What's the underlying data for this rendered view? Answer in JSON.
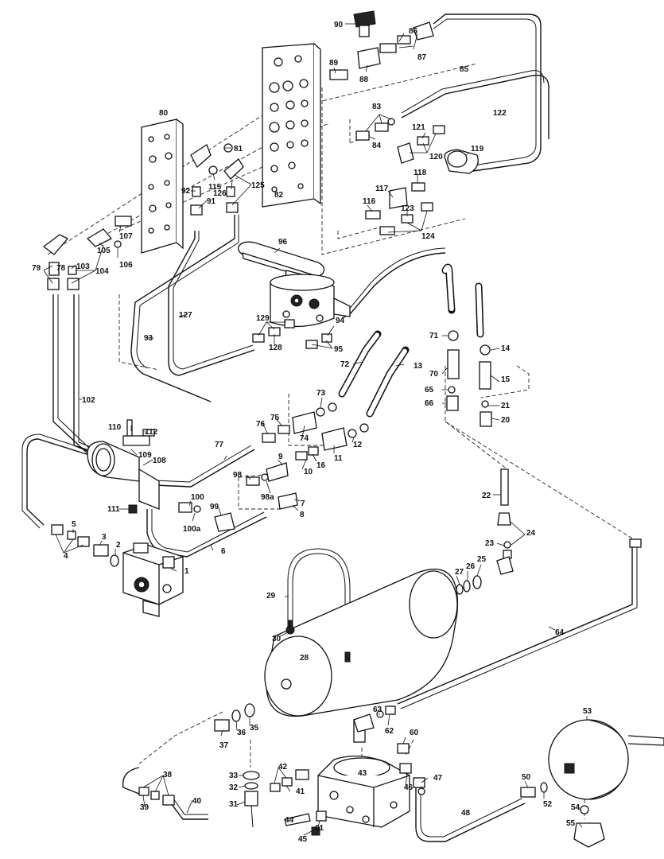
{
  "callouts": [
    {
      "id": "c1",
      "text": "1"
    },
    {
      "id": "c2",
      "text": "2"
    },
    {
      "id": "c3",
      "text": "3"
    },
    {
      "id": "c4",
      "text": "4"
    },
    {
      "id": "c5",
      "text": "5"
    },
    {
      "id": "c6",
      "text": "6"
    },
    {
      "id": "c7",
      "text": "7"
    },
    {
      "id": "c8",
      "text": "8"
    },
    {
      "id": "c9",
      "text": "9"
    },
    {
      "id": "c10",
      "text": "10"
    },
    {
      "id": "c11",
      "text": "11"
    },
    {
      "id": "c12",
      "text": "12"
    },
    {
      "id": "c13",
      "text": "13"
    },
    {
      "id": "c14",
      "text": "14"
    },
    {
      "id": "c15",
      "text": "15"
    },
    {
      "id": "c16",
      "text": "16"
    },
    {
      "id": "c20",
      "text": "20"
    },
    {
      "id": "c21",
      "text": "21"
    },
    {
      "id": "c22",
      "text": "22"
    },
    {
      "id": "c23",
      "text": "23"
    },
    {
      "id": "c24",
      "text": "24"
    },
    {
      "id": "c25",
      "text": "25"
    },
    {
      "id": "c26",
      "text": "26"
    },
    {
      "id": "c27",
      "text": "27"
    },
    {
      "id": "c28",
      "text": "28"
    },
    {
      "id": "c29",
      "text": "29"
    },
    {
      "id": "c30",
      "text": "30"
    },
    {
      "id": "c31",
      "text": "31"
    },
    {
      "id": "c32",
      "text": "32"
    },
    {
      "id": "c33",
      "text": "33"
    },
    {
      "id": "c35",
      "text": "35"
    },
    {
      "id": "c36",
      "text": "36"
    },
    {
      "id": "c37",
      "text": "37"
    },
    {
      "id": "c38",
      "text": "38"
    },
    {
      "id": "c39",
      "text": "39"
    },
    {
      "id": "c40",
      "text": "40"
    },
    {
      "id": "c41",
      "text": "41"
    },
    {
      "id": "c42",
      "text": "42"
    },
    {
      "id": "c43",
      "text": "43"
    },
    {
      "id": "c44",
      "text": "44"
    },
    {
      "id": "c45",
      "text": "45"
    },
    {
      "id": "c46",
      "text": "46"
    },
    {
      "id": "c47",
      "text": "47"
    },
    {
      "id": "c48",
      "text": "48"
    },
    {
      "id": "c50",
      "text": "50"
    },
    {
      "id": "c52",
      "text": "52"
    },
    {
      "id": "c53",
      "text": "53"
    },
    {
      "id": "c54",
      "text": "54"
    },
    {
      "id": "c55",
      "text": "55"
    },
    {
      "id": "c60",
      "text": "60"
    },
    {
      "id": "c61",
      "text": "61"
    },
    {
      "id": "c62",
      "text": "62"
    },
    {
      "id": "c63",
      "text": "63"
    },
    {
      "id": "c64",
      "text": "64"
    },
    {
      "id": "c65",
      "text": "65"
    },
    {
      "id": "c66",
      "text": "66"
    },
    {
      "id": "c70",
      "text": "70"
    },
    {
      "id": "c71",
      "text": "71"
    },
    {
      "id": "c72",
      "text": "72"
    },
    {
      "id": "c73",
      "text": "73"
    },
    {
      "id": "c74",
      "text": "74"
    },
    {
      "id": "c75",
      "text": "75"
    },
    {
      "id": "c76",
      "text": "76"
    },
    {
      "id": "c77",
      "text": "77"
    },
    {
      "id": "c78",
      "text": "78"
    },
    {
      "id": "c79",
      "text": "79"
    },
    {
      "id": "c80",
      "text": "80"
    },
    {
      "id": "c81",
      "text": "81"
    },
    {
      "id": "c82",
      "text": "82"
    },
    {
      "id": "c83",
      "text": "83"
    },
    {
      "id": "c84",
      "text": "84"
    },
    {
      "id": "c85",
      "text": "85"
    },
    {
      "id": "c86",
      "text": "86"
    },
    {
      "id": "c87",
      "text": "87"
    },
    {
      "id": "c88",
      "text": "88"
    },
    {
      "id": "c89",
      "text": "89"
    },
    {
      "id": "c90",
      "text": "90"
    },
    {
      "id": "c91",
      "text": "91"
    },
    {
      "id": "c92",
      "text": "92"
    },
    {
      "id": "c93",
      "text": "93"
    },
    {
      "id": "c94",
      "text": "94"
    },
    {
      "id": "c95",
      "text": "95"
    },
    {
      "id": "c96",
      "text": "96"
    },
    {
      "id": "c98",
      "text": "98"
    },
    {
      "id": "c98a",
      "text": "98a"
    },
    {
      "id": "c99",
      "text": "99"
    },
    {
      "id": "c100",
      "text": "100"
    },
    {
      "id": "c100a",
      "text": "100a"
    },
    {
      "id": "c102",
      "text": "102"
    },
    {
      "id": "c103",
      "text": "103"
    },
    {
      "id": "c104",
      "text": "104"
    },
    {
      "id": "c105",
      "text": "105"
    },
    {
      "id": "c106",
      "text": "106"
    },
    {
      "id": "c107",
      "text": "107"
    },
    {
      "id": "c108",
      "text": "108"
    },
    {
      "id": "c109",
      "text": "109"
    },
    {
      "id": "c110",
      "text": "110"
    },
    {
      "id": "c111",
      "text": "111"
    },
    {
      "id": "c112",
      "text": "112"
    },
    {
      "id": "c115",
      "text": "115"
    },
    {
      "id": "c116",
      "text": "116"
    },
    {
      "id": "c117",
      "text": "117"
    },
    {
      "id": "c118",
      "text": "118"
    },
    {
      "id": "c119",
      "text": "119"
    },
    {
      "id": "c120",
      "text": "120"
    },
    {
      "id": "c121",
      "text": "121"
    },
    {
      "id": "c122",
      "text": "122"
    },
    {
      "id": "c123",
      "text": "123"
    },
    {
      "id": "c124",
      "text": "124"
    },
    {
      "id": "c125",
      "text": "125"
    },
    {
      "id": "c126",
      "text": "126"
    },
    {
      "id": "c127",
      "text": "127"
    },
    {
      "id": "c128",
      "text": "128"
    },
    {
      "id": "c129",
      "text": "129"
    }
  ]
}
